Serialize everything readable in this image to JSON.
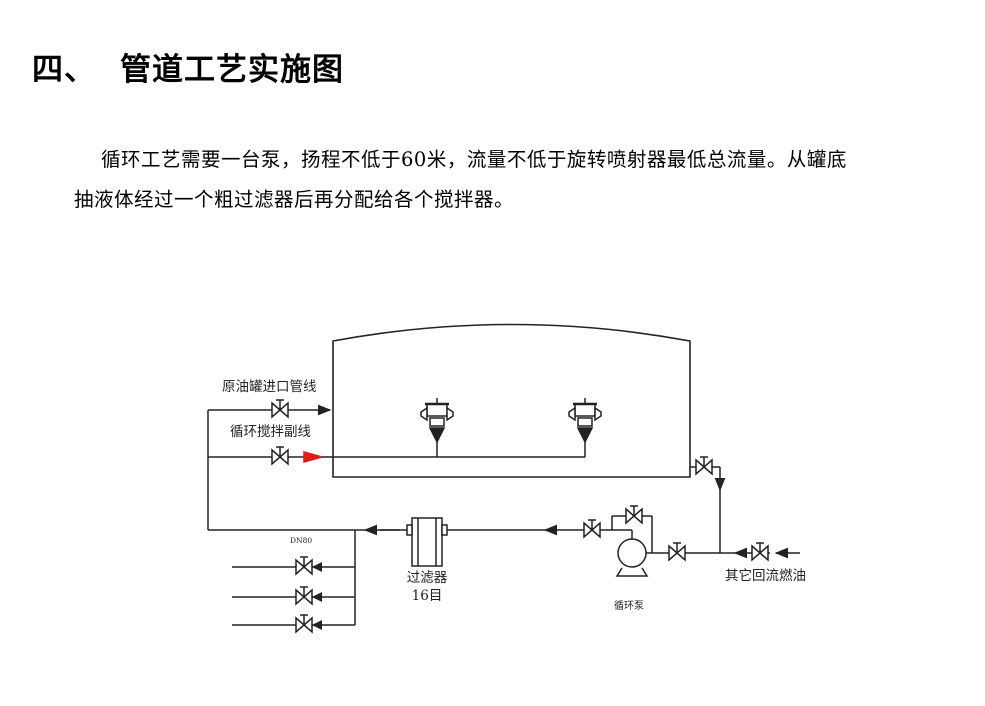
{
  "section": {
    "number": "四、",
    "title": "管道工艺实施图"
  },
  "paragraph": "循环工艺需要一台泵，扬程不低于60米，流量不低于旋转喷射器最低总流量。从罐底抽液体经过一个粗过滤器后再分配给各个搅拌器。",
  "diagram": {
    "labels": {
      "inlet_line": "原油罐进口管线",
      "mixer_aux_line": "循环搅拌副线",
      "pipe_size": "DN80",
      "filter": "过滤器",
      "filter_mesh": "16目",
      "pump": "循环泵",
      "return_oil": "其它回流燃油"
    },
    "colors": {
      "line": "#222222",
      "highlight_arrow": "#e01b1b"
    }
  }
}
